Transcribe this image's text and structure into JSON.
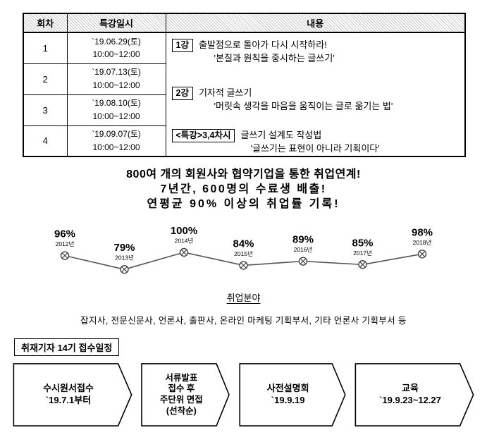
{
  "table": {
    "headers": [
      "회차",
      "특강일시",
      "내용"
    ],
    "rows": [
      {
        "no": "1",
        "date": "`19.06.29(토)",
        "time": "10:00~12:00"
      },
      {
        "no": "2",
        "date": "`19.07.13(토)",
        "time": "10:00~12:00"
      },
      {
        "no": "3",
        "date": "`19.08.10(토)",
        "time": "10:00~12:00"
      },
      {
        "no": "4",
        "date": "`19.09.07(토)",
        "time": "10:00~12:00"
      }
    ],
    "lectures": [
      {
        "tag": "1강",
        "title": "출발점으로 돌아가 다시 시작하라!",
        "subtitle": "'본질과 원칙을 중시하는 글쓰기'"
      },
      {
        "tag": "2강",
        "title": "기자적 글쓰기",
        "subtitle": "'머릿속 생각을 마음을 움직이는 글로 옮기는 법'"
      },
      {
        "tag": "<특강>3,4차시",
        "title": "글쓰기 설계도 작성법",
        "subtitle": "'글쓰기는 표현이 아니라 기획이다'"
      }
    ]
  },
  "headline": {
    "line1": "800여 개의 회원사와 협약기업을 통한 취업연계!",
    "line2": "7년간, 600명의 수료생 배출!",
    "line3": "연평균 90% 이상의 취업률 기록!"
  },
  "chart_data": {
    "type": "line",
    "categories": [
      "2012년",
      "2013년",
      "2014년",
      "2015년",
      "2016년",
      "2017년",
      "2018년"
    ],
    "values": [
      96,
      79,
      100,
      84,
      89,
      85,
      98
    ],
    "labels": [
      "96%",
      "79%",
      "100%",
      "84%",
      "89%",
      "85%",
      "98%"
    ],
    "title": "취업분야",
    "xlabel": "",
    "ylabel": "",
    "ylim": [
      70,
      105
    ],
    "grid": false,
    "legend": "none",
    "marker": "circle-x",
    "line_color": "#555555",
    "marker_color": "#444444"
  },
  "fields": {
    "title": "취업분야",
    "list": "잡지사, 전문신문사, 언론사, 출판사, 온라인 마케팅 기획부서, 기타 언론사 기획부서 등"
  },
  "schedule": {
    "title": "취재기자 14기 접수일정",
    "steps": [
      {
        "lines": [
          "수시원서접수",
          "`19.7.1부터"
        ]
      },
      {
        "lines": [
          "서류발표",
          "접수 후",
          "주단위 면접",
          "(선착순)"
        ]
      },
      {
        "lines": [
          "사전설명회",
          "`19.9.19"
        ]
      },
      {
        "lines": [
          "교육",
          "`19.9.23~12.27"
        ]
      }
    ]
  }
}
